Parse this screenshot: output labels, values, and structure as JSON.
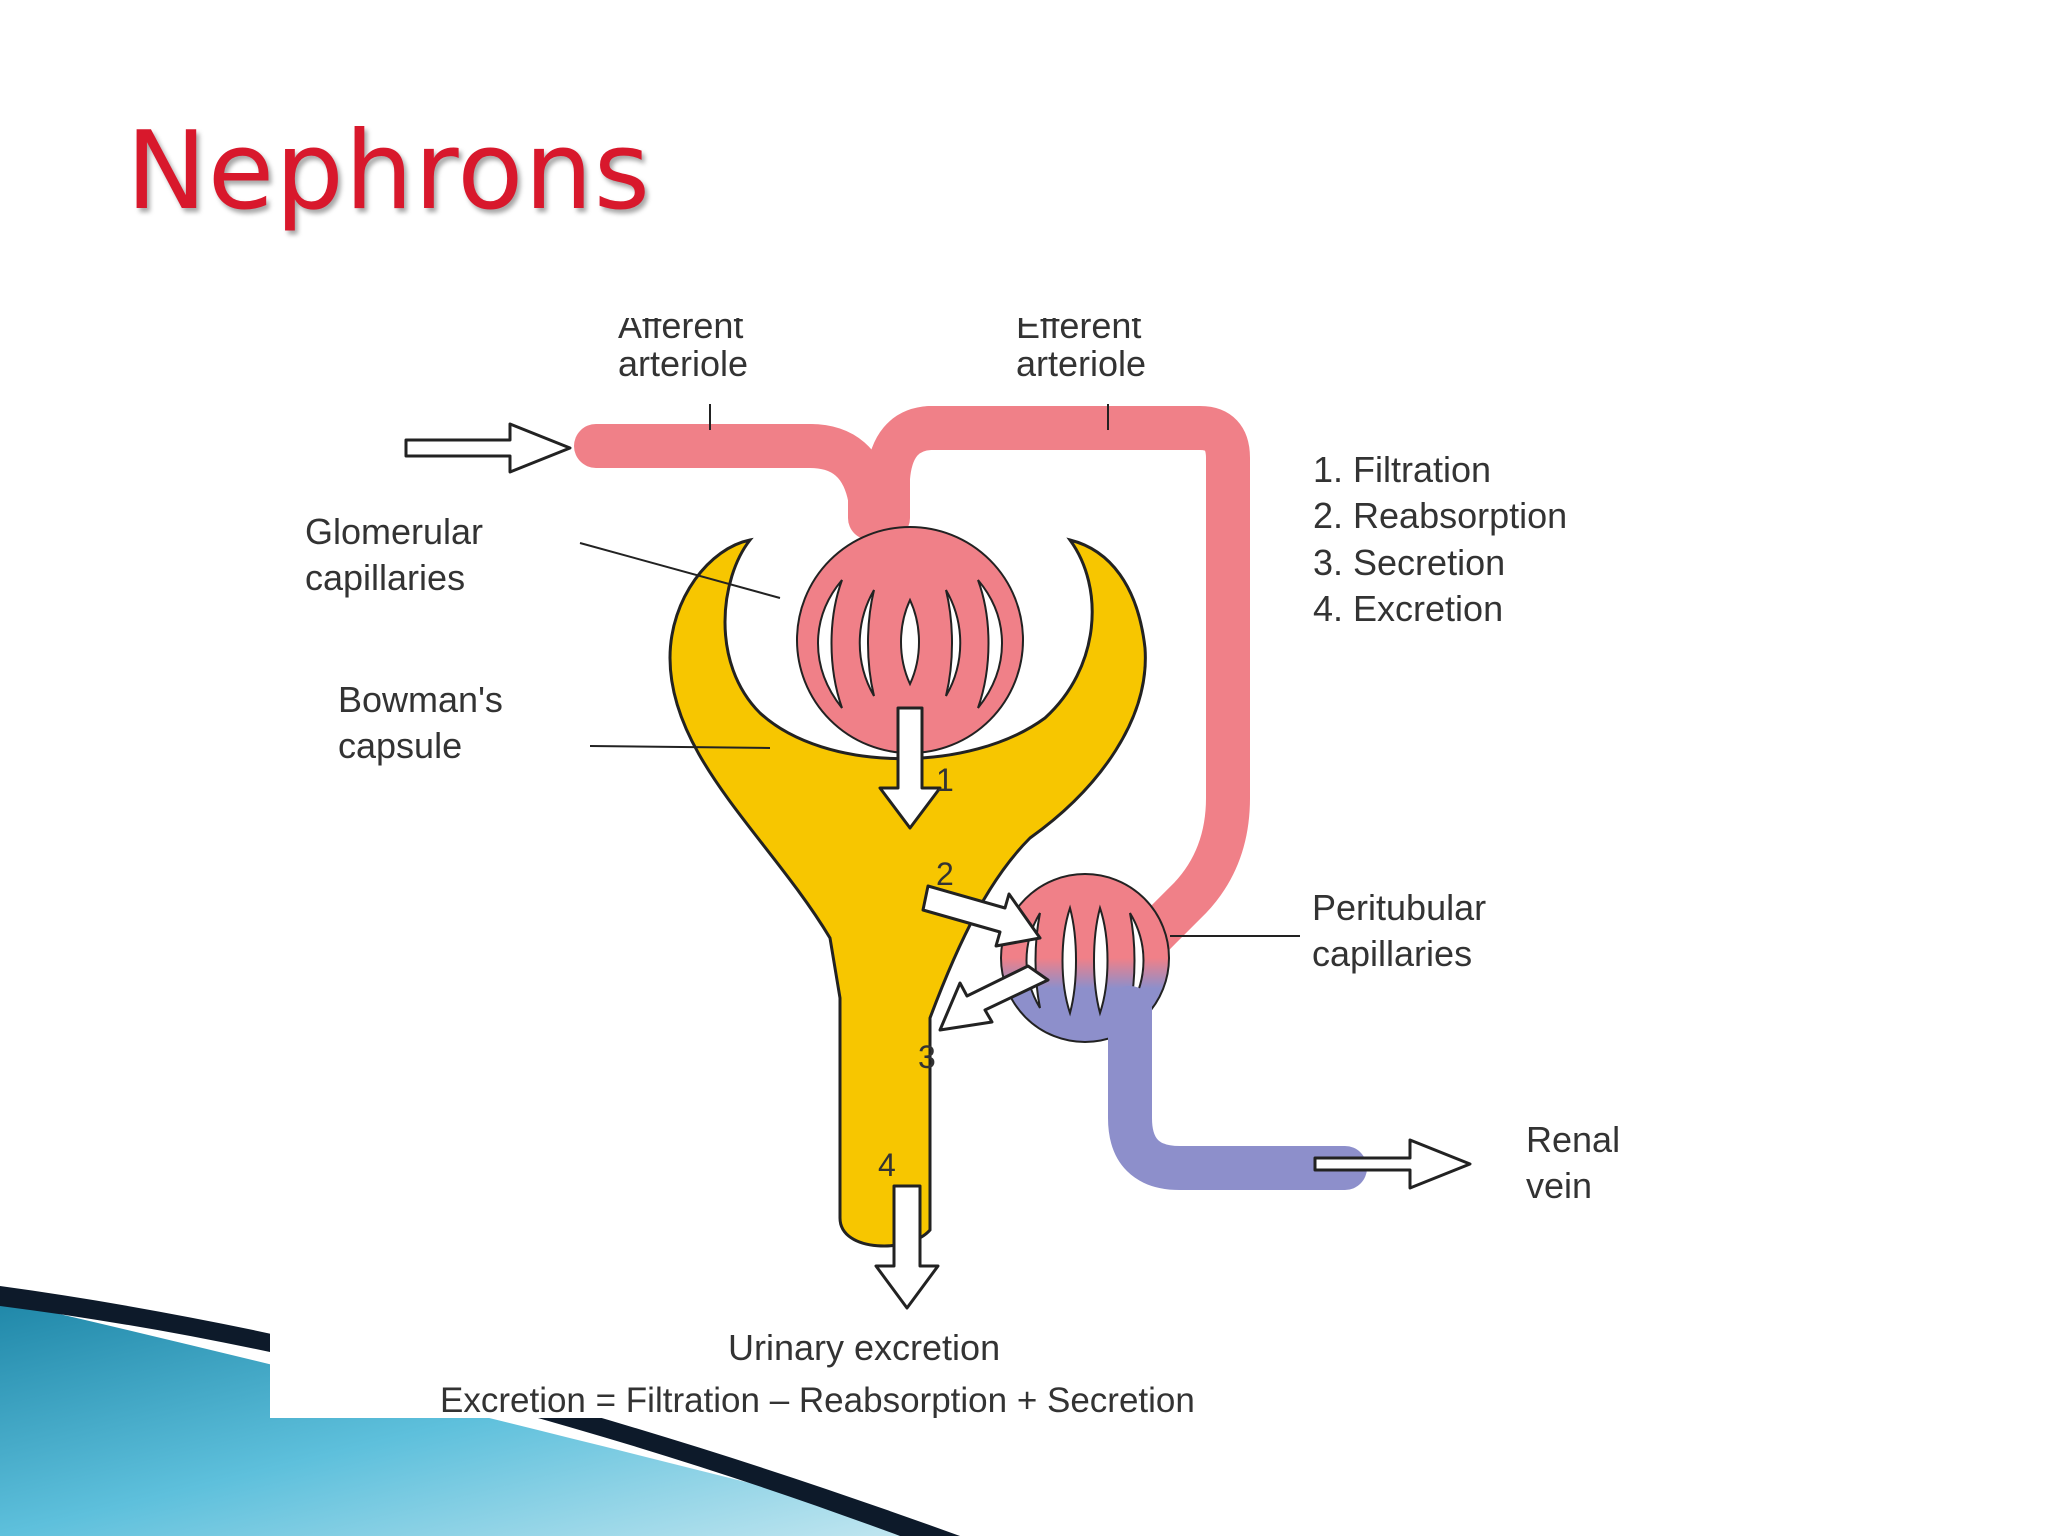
{
  "slide": {
    "title": "Nephrons",
    "colors": {
      "title": "#d8182c",
      "arterial": "#f08088",
      "venous": "#8d8fcb",
      "tubule": "#f7c600",
      "swoosh_dark": "#0d1a2a",
      "swoosh_light": "#56b9d6"
    }
  },
  "diagram": {
    "labels": {
      "afferent_line1": "Afferent",
      "afferent_line2": "arteriole",
      "efferent_line1": "Efferent",
      "efferent_line2": "arteriole",
      "glomerular_line1": "Glomerular",
      "glomerular_line2": "capillaries",
      "bowman_line1": "Bowman's",
      "bowman_line2": "capsule",
      "peritubular_line1": "Peritubular",
      "peritubular_line2": "capillaries",
      "renal_line1": "Renal",
      "renal_line2": "vein",
      "urinary": "Urinary excretion",
      "equation": "Excretion = Filtration – Reabsorption + Secretion"
    },
    "processes": [
      "1. Filtration",
      "2. Reabsorption",
      "3. Secretion",
      "4. Excretion"
    ],
    "step_numbers": [
      "1",
      "2",
      "3",
      "4"
    ]
  }
}
